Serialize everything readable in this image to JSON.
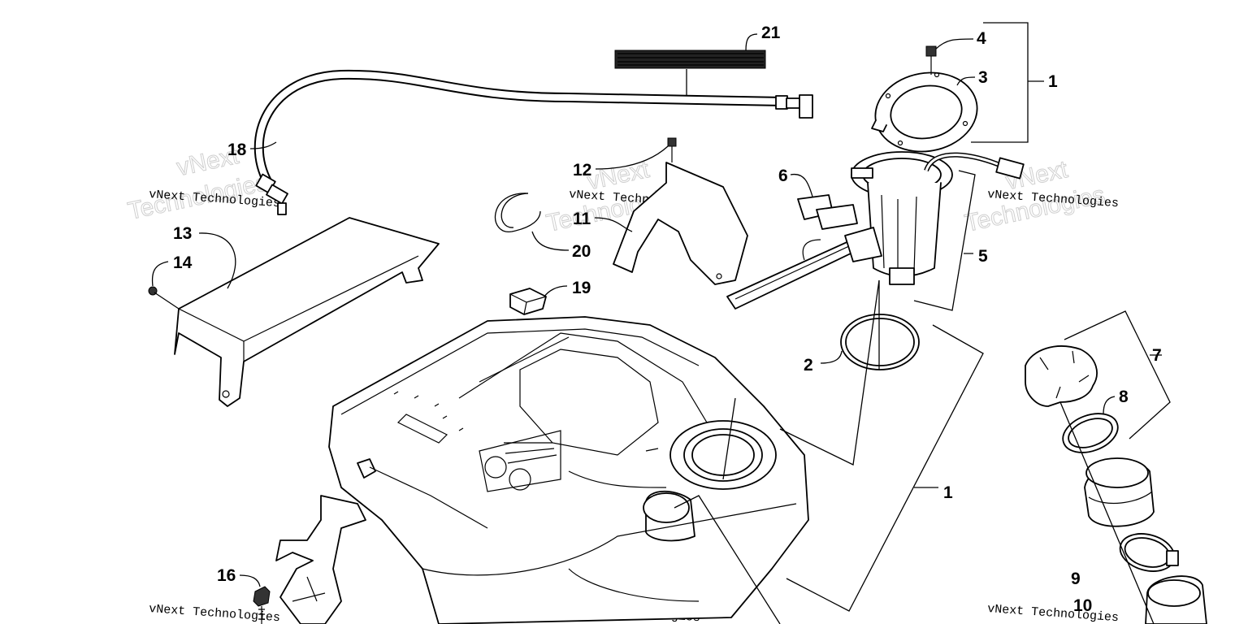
{
  "callouts": [
    {
      "id": "c21",
      "text": "21"
    },
    {
      "id": "c4",
      "text": "4"
    },
    {
      "id": "c3",
      "text": "3"
    },
    {
      "id": "c1a",
      "text": "1"
    },
    {
      "id": "c18",
      "text": "18"
    },
    {
      "id": "c12",
      "text": "12"
    },
    {
      "id": "c6",
      "text": "6"
    },
    {
      "id": "c11",
      "text": "11"
    },
    {
      "id": "c20",
      "text": "20"
    },
    {
      "id": "c13",
      "text": "13"
    },
    {
      "id": "c14",
      "text": "14"
    },
    {
      "id": "c5",
      "text": "5"
    },
    {
      "id": "c19",
      "text": "19"
    },
    {
      "id": "c2",
      "text": "2"
    },
    {
      "id": "c7",
      "text": "7"
    },
    {
      "id": "c8",
      "text": "8"
    },
    {
      "id": "c1b",
      "text": "1"
    },
    {
      "id": "c9",
      "text": "9"
    },
    {
      "id": "c16",
      "text": "16"
    },
    {
      "id": "c10",
      "text": "10"
    }
  ],
  "watermark": {
    "line1": "vNext Technologies",
    "big_word1": "vNext",
    "big_word2": "Technologies"
  }
}
